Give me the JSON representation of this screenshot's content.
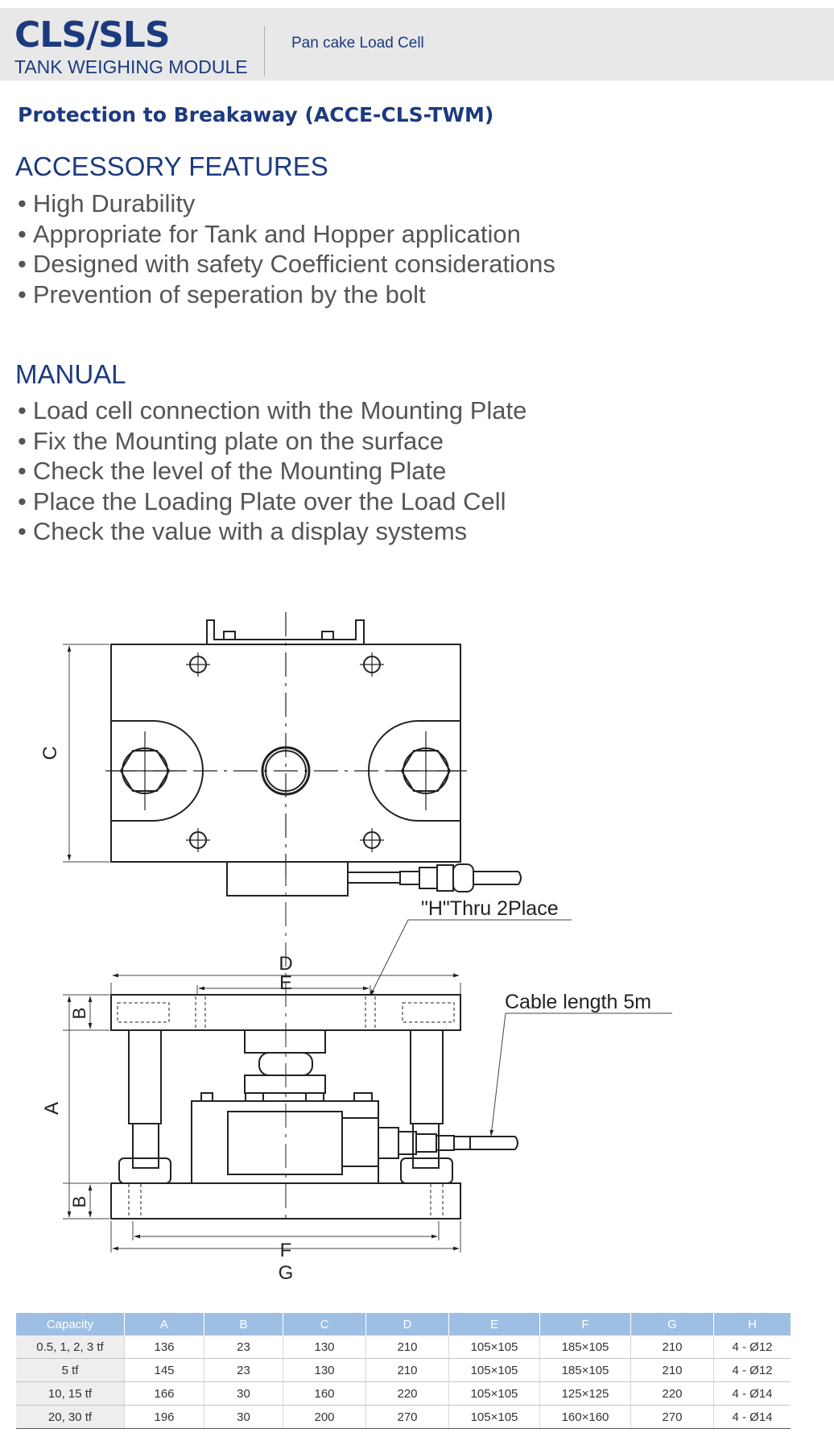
{
  "header": {
    "brand": "CLS/SLS",
    "subtitle": "TANK WEIGHING MODULE",
    "tagline": "Pan cake Load Cell"
  },
  "section_title": "Protection to Breakaway (ACCE-CLS-TWM)",
  "features": {
    "heading": "ACCESSORY FEATURES",
    "items": [
      "High Durability",
      "Appropriate for Tank and Hopper application",
      "Designed with safety Coefficient considerations",
      "Prevention of seperation by the bolt"
    ]
  },
  "manual": {
    "heading": "MANUAL",
    "items": [
      "Load cell connection with the Mounting Plate",
      "Fix the Mounting plate on the surface",
      "Check the level of the Mounting Plate",
      "Place the Loading Plate over the Load Cell",
      "Check the value with a display systems"
    ]
  },
  "drawing": {
    "labels": {
      "c": "C",
      "d": "D",
      "e": "E",
      "a": "A",
      "b_top": "B",
      "b_bottom": "B",
      "f": "F",
      "g": "G",
      "thru": "\"H\"Thru 2Place",
      "cable": "Cable length 5m"
    },
    "colors": {
      "line": "#222222",
      "dim": "#444444"
    }
  },
  "table": {
    "headers": [
      "Capacity",
      "A",
      "B",
      "C",
      "D",
      "E",
      "F",
      "G",
      "H"
    ],
    "rows": [
      [
        "0.5, 1, 2, 3 tf",
        "136",
        "23",
        "130",
        "210",
        "105×105",
        "185×105",
        "210",
        "4 - Ø12"
      ],
      [
        "5 tf",
        "145",
        "23",
        "130",
        "210",
        "105×105",
        "185×105",
        "210",
        "4 - Ø12"
      ],
      [
        "10, 15 tf",
        "166",
        "30",
        "160",
        "220",
        "105×105",
        "125×125",
        "220",
        "4 - Ø14"
      ],
      [
        "20, 30 tf",
        "196",
        "30",
        "200",
        "270",
        "105×105",
        "160×160",
        "270",
        "4 - Ø14"
      ]
    ],
    "colors": {
      "header_bg": "#9ebfe4",
      "first_col_bg": "#eeeeee"
    }
  }
}
